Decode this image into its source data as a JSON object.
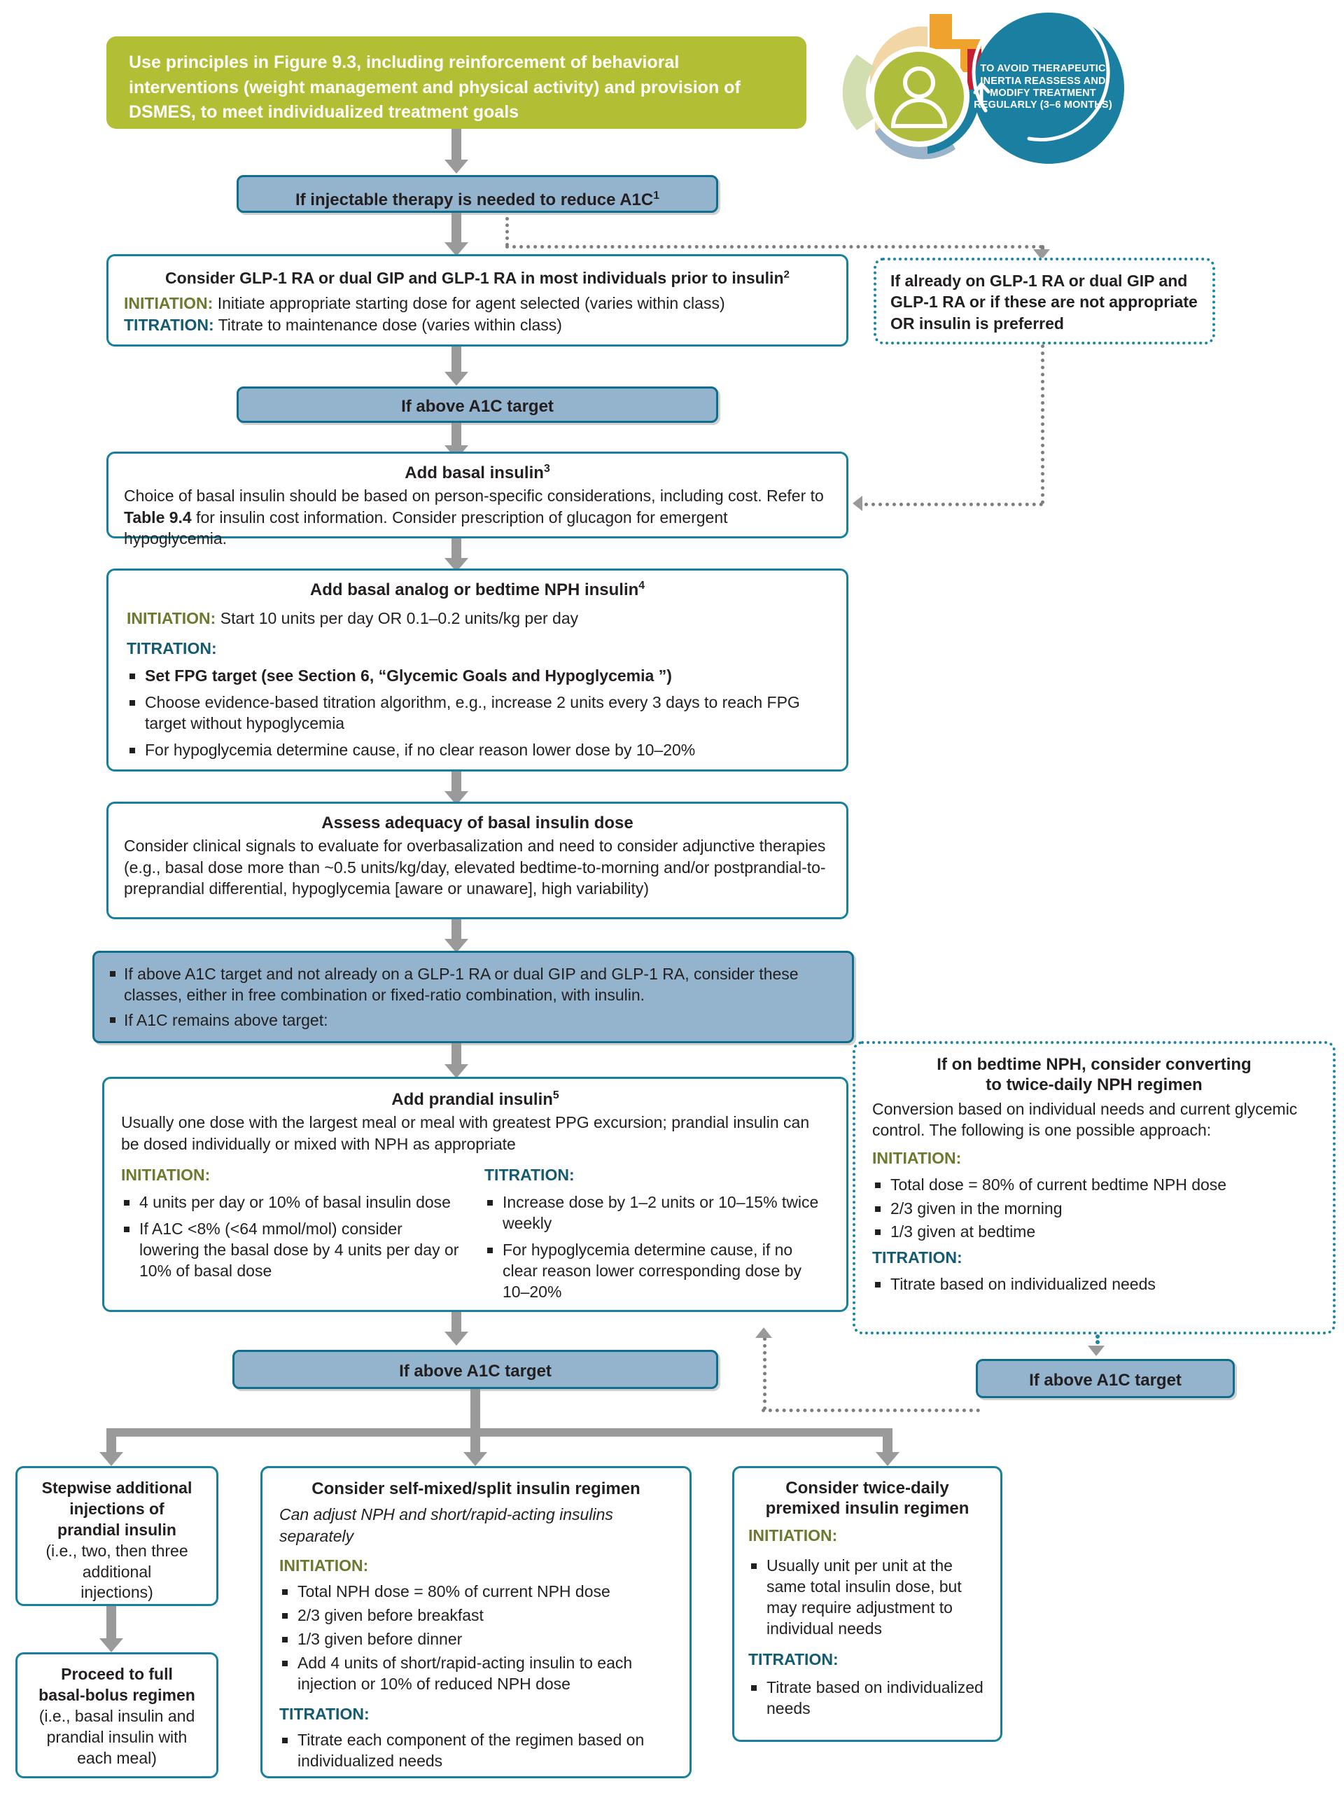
{
  "colors": {
    "green_header": "#B2BE34",
    "blue_fill": "#93B4CC",
    "teal_border": "#17809E",
    "initiation_text": "#6B7A2E",
    "titration_text": "#145A72",
    "arrow_grey": "#9A9A9A",
    "badge_blue": "#1A7FA0"
  },
  "header": {
    "text": "Use principles in Figure 9.3, including reinforcement of behavioral interventions (weight management and physical activity) and provision of DSMES, to meet individualized treatment goals",
    "badge_text": "TO AVOID THERAPEUTIC INERTIA REASSESS AND MODIFY TREATMENT REGULARLY (3–6 MONTHS)",
    "badge_icon": "person-in-cycle-icon"
  },
  "nodes": {
    "injectable": {
      "title": "If injectable therapy is needed to reduce A1C",
      "sup": "1"
    },
    "glp1": {
      "title": "Consider GLP-1 RA or dual GIP and GLP-1 RA in most individuals prior to insulin",
      "sup": "2",
      "initiation_label": "INITIATION:",
      "initiation_text": "Initiate appropriate starting dose for agent selected (varies within class)",
      "titration_label": "TITRATION:",
      "titration_text": "Titrate to maintenance dose (varies within class)"
    },
    "already_on_glp1": {
      "text": "If already on GLP-1 RA or dual GIP and GLP-1 RA or if these are not appropriate OR insulin is preferred"
    },
    "above_a1c_1": {
      "title": "If above A1C target"
    },
    "add_basal": {
      "title": "Add basal insulin",
      "sup": "3",
      "body_1": "Choice of basal insulin should be based on person-specific considerations, including cost. Refer to ",
      "body_bold": "Table 9.4",
      "body_2": " for insulin cost information. Consider prescription of glucagon for emergent hypoglycemia."
    },
    "add_basal_analog": {
      "title": "Add basal analog or bedtime NPH insulin",
      "sup": "4",
      "initiation_label": "INITIATION:",
      "initiation_text": "Start 10 units per day OR 0.1–0.2 units/kg per day",
      "titration_label": "TITRATION:",
      "bullets": [
        "Set FPG target (see Section 6, “Glycemic Goals and Hypoglycemia ”)",
        "Choose evidence-based titration algorithm, e.g., increase 2 units every 3 days to reach FPG target without hypoglycemia",
        "For hypoglycemia determine cause, if no clear reason lower dose by 10–20%"
      ],
      "first_bullet_bold": true
    },
    "assess_adequacy": {
      "title": "Assess adequacy of basal insulin dose",
      "body": "Consider clinical signals to evaluate for overbasalization and need to consider adjunctive therapies (e.g., basal dose more than ~0.5 units/kg/day, elevated bedtime-to-morning and/or postprandial-to-preprandial differential, hypoglycemia [aware or unaware], high variability)"
    },
    "consider_classes": {
      "bullets": [
        "If above A1C target and not already on a GLP-1 RA or dual GIP and GLP-1 RA, consider these classes, either in free combination or fixed-ratio combination, with insulin.",
        "If A1C remains above target:"
      ]
    },
    "add_prandial": {
      "title": "Add prandial insulin",
      "sup": "5",
      "body": "Usually one dose with the largest meal or meal with greatest PPG excursion; prandial insulin can be dosed individually or mixed with NPH as appropriate",
      "initiation_label": "INITIATION:",
      "initiation_bullets": [
        "4 units per day or 10% of basal insulin dose",
        "If A1C <8% (<64 mmol/mol) consider lowering the basal dose by 4 units per day or 10% of basal dose"
      ],
      "titration_label": "TITRATION:",
      "titration_bullets": [
        "Increase dose by 1–2 units or 10–15% twice weekly",
        "For hypoglycemia determine cause, if no clear reason lower corresponding dose by 10–20%"
      ]
    },
    "bedtime_nph": {
      "title_line1": "If on bedtime NPH, consider converting",
      "title_line2": "to twice-daily NPH regimen",
      "body": "Conversion based on individual needs and current glycemic control. The following is one possible approach:",
      "initiation_label": "INITIATION:",
      "initiation_bullets": [
        "Total dose = 80% of current bedtime NPH dose",
        "2/3 given in the morning",
        "1/3 given at bedtime"
      ],
      "titration_label": "TITRATION:",
      "titration_bullets": [
        "Titrate based on individualized needs"
      ]
    },
    "above_a1c_2": {
      "title": "If above A1C target"
    },
    "above_a1c_3": {
      "title": "If above A1C target"
    },
    "stepwise": {
      "lines": [
        "Stepwise additional",
        "injections of",
        "prandial insulin",
        "(i.e., two, then three",
        "additional",
        "injections)"
      ]
    },
    "basal_bolus": {
      "lines": [
        "Proceed to full",
        "basal-bolus regimen",
        "(i.e., basal insulin and",
        "prandial insulin with",
        "each meal)"
      ]
    },
    "self_mixed": {
      "title": "Consider self-mixed/split insulin regimen",
      "subtitle": "Can adjust NPH and short/rapid-acting insulins separately",
      "initiation_label": "INITIATION:",
      "initiation_bullets": [
        "Total NPH dose = 80% of current NPH dose",
        "2/3 given before breakfast",
        "1/3 given before dinner",
        "Add 4 units of short/rapid-acting insulin to each injection or 10% of reduced NPH dose"
      ],
      "titration_label": "TITRATION:",
      "titration_text": "Titrate each component of the regimen based on individualized needs"
    },
    "premixed": {
      "title_line1": "Consider twice-daily",
      "title_line2": "premixed insulin regimen",
      "initiation_label": "INITIATION:",
      "initiation_bullets": [
        "Usually unit per unit at the same total insulin dose, but may require adjustment to individual needs"
      ],
      "titration_label": "TITRATION:",
      "titration_bullets": [
        "Titrate based on individualized needs"
      ]
    }
  }
}
